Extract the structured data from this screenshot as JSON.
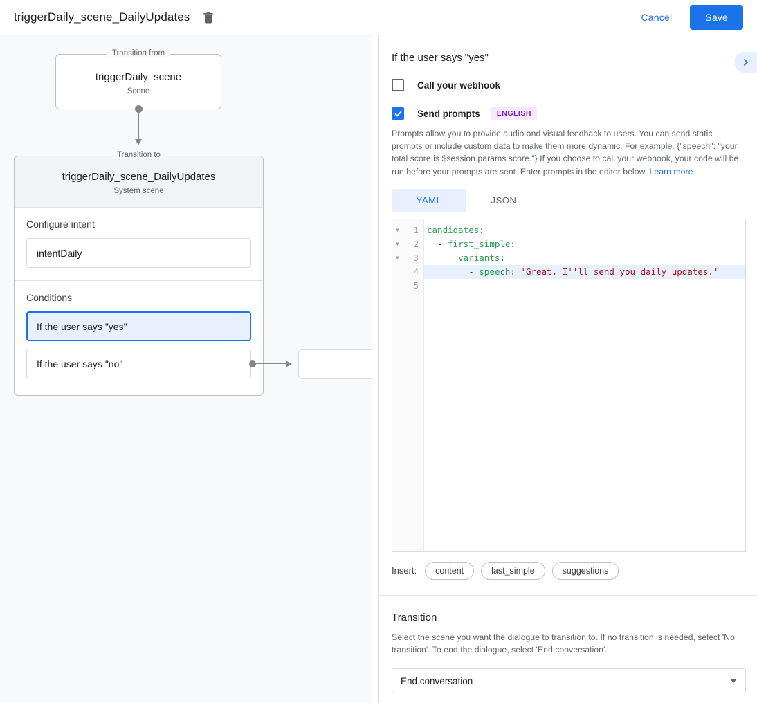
{
  "topbar": {
    "title": "triggerDaily_scene_DailyUpdates",
    "delete_icon": "trash-icon",
    "cancel_label": "Cancel",
    "save_label": "Save",
    "accent_color": "#1a73e8"
  },
  "canvas": {
    "from_node": {
      "legend": "Transition from",
      "title": "triggerDaily_scene",
      "subtitle": "Scene"
    },
    "to_node": {
      "legend": "Transition to",
      "title": "triggerDaily_scene_DailyUpdates",
      "subtitle": "System scene"
    },
    "intent_section": {
      "label": "Configure intent",
      "value": "intentDaily"
    },
    "conditions_section": {
      "label": "Conditions",
      "items": [
        {
          "label": "If the user says \"yes\"",
          "selected": true
        },
        {
          "label": "If the user says \"no\"",
          "selected": false
        }
      ]
    },
    "target_node": {
      "label": ""
    }
  },
  "right_panel": {
    "title": "If the user says \"yes\"",
    "expand_icon": "chevron-right-icon",
    "webhook": {
      "label": "Call your webhook",
      "checked": false
    },
    "prompts": {
      "label": "Send prompts",
      "checked": true,
      "badge": "ENGLISH",
      "badge_bg": "#f6e9fd",
      "badge_color": "#7627bb",
      "description": "Prompts allow you to provide audio and visual feedback to users. You can send static prompts or include custom data to make them more dynamic. For example, {\"speech\": \"your total score is $session.params.score.\"} If you choose to call your webhook, your code will be run before your prompts are sent. Enter prompts in the editor below.",
      "learn_more": "Learn more"
    },
    "editor": {
      "tabs": [
        {
          "label": "YAML",
          "active": true
        },
        {
          "label": "JSON",
          "active": false
        }
      ],
      "lines": [
        {
          "num": "1",
          "fold": true,
          "highlight": false,
          "tokens": [
            {
              "t": "candidates",
              "c": "k"
            },
            {
              "t": ":",
              "c": "p"
            }
          ]
        },
        {
          "num": "2",
          "fold": true,
          "highlight": false,
          "tokens": [
            {
              "t": "  - ",
              "c": "p"
            },
            {
              "t": "first_simple",
              "c": "k"
            },
            {
              "t": ":",
              "c": "p"
            }
          ]
        },
        {
          "num": "3",
          "fold": true,
          "highlight": false,
          "tokens": [
            {
              "t": "      ",
              "c": "p"
            },
            {
              "t": "variants",
              "c": "k"
            },
            {
              "t": ":",
              "c": "p"
            }
          ]
        },
        {
          "num": "4",
          "fold": false,
          "highlight": true,
          "tokens": [
            {
              "t": "        - ",
              "c": "p"
            },
            {
              "t": "speech",
              "c": "k"
            },
            {
              "t": ": ",
              "c": "p"
            },
            {
              "t": "'Great, I''ll send you daily updates.'",
              "c": "s"
            }
          ]
        },
        {
          "num": "5",
          "fold": false,
          "highlight": false,
          "tokens": []
        }
      ]
    },
    "insert": {
      "label": "Insert:",
      "chips": [
        "content",
        "last_simple",
        "suggestions"
      ]
    },
    "transition": {
      "title": "Transition",
      "description": "Select the scene you want the dialogue to transition to. If no transition is needed, select 'No transition'. To end the dialogue, select 'End conversation'.",
      "selected": "End conversation",
      "dropdown_icon": "chevron-down-icon"
    }
  }
}
